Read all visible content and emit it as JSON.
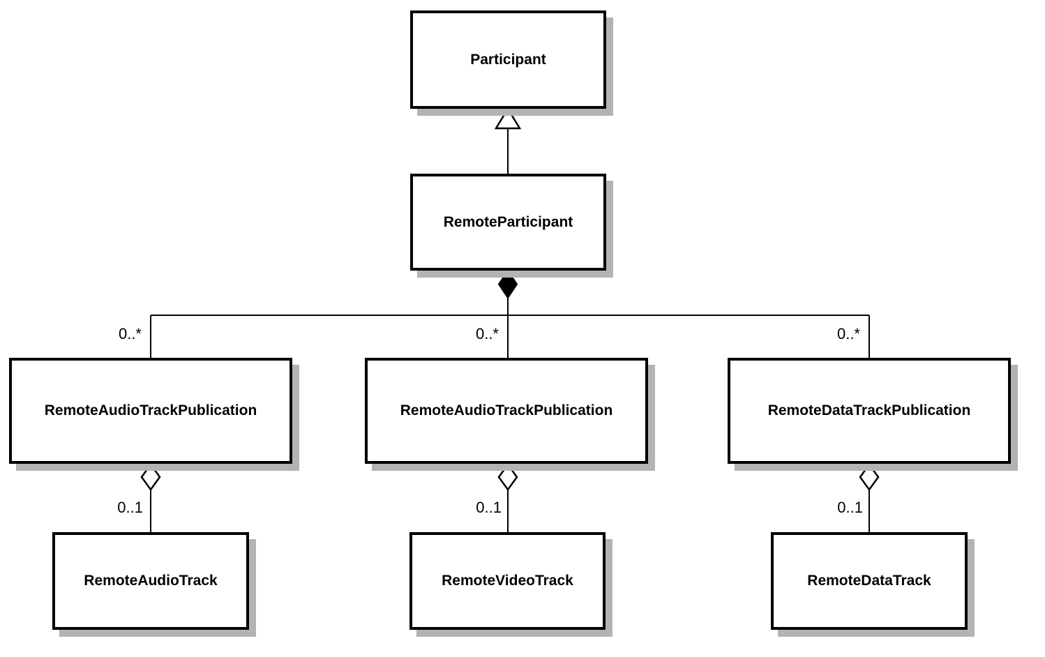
{
  "colors": {
    "background": "#ffffff",
    "box_fill": "#ffffff",
    "box_border": "#000000",
    "shadow": "#b3b3b3",
    "text": "#000000"
  },
  "classes": {
    "participant": "Participant",
    "remoteParticipant": "RemoteParticipant",
    "audioPublicationLeft": "RemoteAudioTrackPublication",
    "audioPublicationMiddle": "RemoteAudioTrackPublication",
    "dataPublication": "RemoteDataTrackPublication",
    "audioTrack": "RemoteAudioTrack",
    "videoTrack": "RemoteVideoTrack",
    "dataTrack": "RemoteDataTrack"
  },
  "multiplicities": {
    "toAudioPublicationLeft": "0..*",
    "toAudioPublicationMiddle": "0..*",
    "toDataPublication": "0..*",
    "audioPublicationToTrack": "0..1",
    "videoPublicationToTrack": "0..1",
    "dataPublicationToTrack": "0..1"
  },
  "relationships": [
    {
      "from": "RemoteParticipant",
      "to": "Participant",
      "type": "generalization"
    },
    {
      "from": "RemoteParticipant",
      "to": "RemoteAudioTrackPublication",
      "type": "composition",
      "multiplicity": "0..*"
    },
    {
      "from": "RemoteParticipant",
      "to": "RemoteAudioTrackPublication",
      "type": "composition",
      "multiplicity": "0..*"
    },
    {
      "from": "RemoteParticipant",
      "to": "RemoteDataTrackPublication",
      "type": "composition",
      "multiplicity": "0..*"
    },
    {
      "from": "RemoteAudioTrackPublication",
      "to": "RemoteAudioTrack",
      "type": "aggregation",
      "multiplicity": "0..1"
    },
    {
      "from": "RemoteAudioTrackPublication",
      "to": "RemoteVideoTrack",
      "type": "aggregation",
      "multiplicity": "0..1"
    },
    {
      "from": "RemoteDataTrackPublication",
      "to": "RemoteDataTrack",
      "type": "aggregation",
      "multiplicity": "0..1"
    }
  ]
}
